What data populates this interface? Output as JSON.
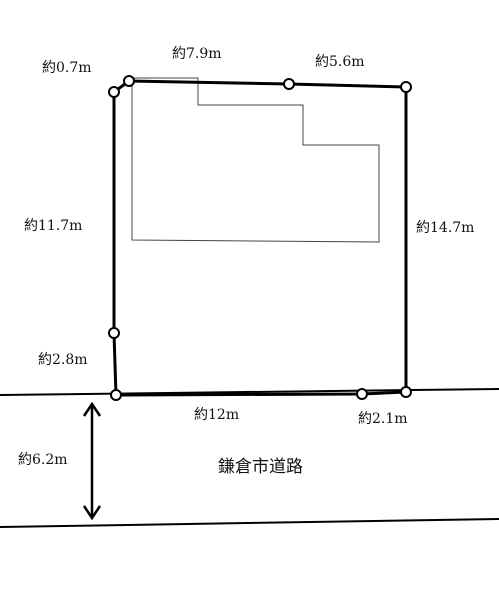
{
  "labels": {
    "corner_top_left": "約0.7m",
    "top_left_segment": "約7.9m",
    "top_right_segment": "約5.6m",
    "left_side": "約11.7m",
    "right_side": "約14.7m",
    "left_lower": "約2.8m",
    "frontage": "約12m",
    "right_lower": "約2.1m",
    "road_width": "約6.2m"
  },
  "road": {
    "name": "鎌倉市道路"
  }
}
